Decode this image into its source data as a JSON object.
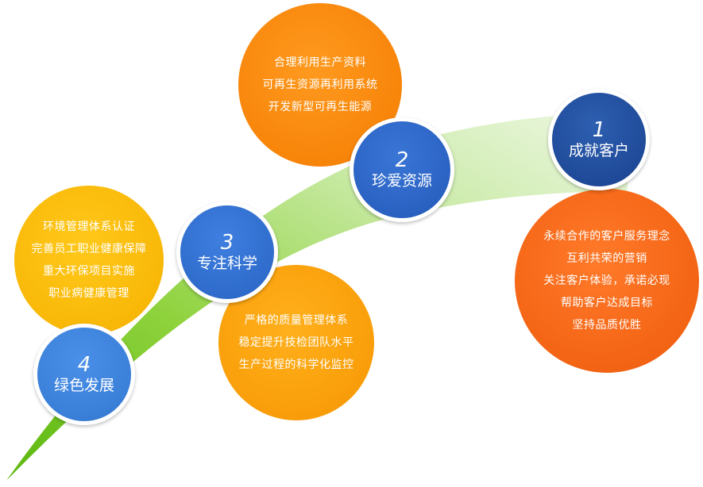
{
  "colors": {
    "swoosh_dark_green": "#6cc21e",
    "swoosh_light_green": "#e6f5d6",
    "node_blue_dark": "#1f4a99",
    "node_blue": "#2f6ccc",
    "orange": "#f7850a",
    "yellow": "#f9b808",
    "red_orange": "#f36414"
  },
  "nodes": [
    {
      "number": "1",
      "title": "成就客户",
      "details": [
        "永续合作的客户服务理念",
        "互利共荣的营销",
        "关注客户体验，承诺必现",
        "帮助客户达成目标",
        "坚持品质优胜"
      ]
    },
    {
      "number": "2",
      "title": "珍爱资源",
      "details": [
        "合理利用生产资料",
        "可再生资源再利用系统",
        "开发新型可再生能源"
      ]
    },
    {
      "number": "3",
      "title": "专注科学",
      "details": [
        "严格的质量管理体系",
        "稳定提升技检团队水平",
        "生产过程的科学化监控"
      ]
    },
    {
      "number": "4",
      "title": "绿色发展",
      "details": [
        "环境管理体系认证",
        "完善员工职业健康保障",
        "重大环保项目实施",
        "职业病健康管理"
      ]
    }
  ]
}
